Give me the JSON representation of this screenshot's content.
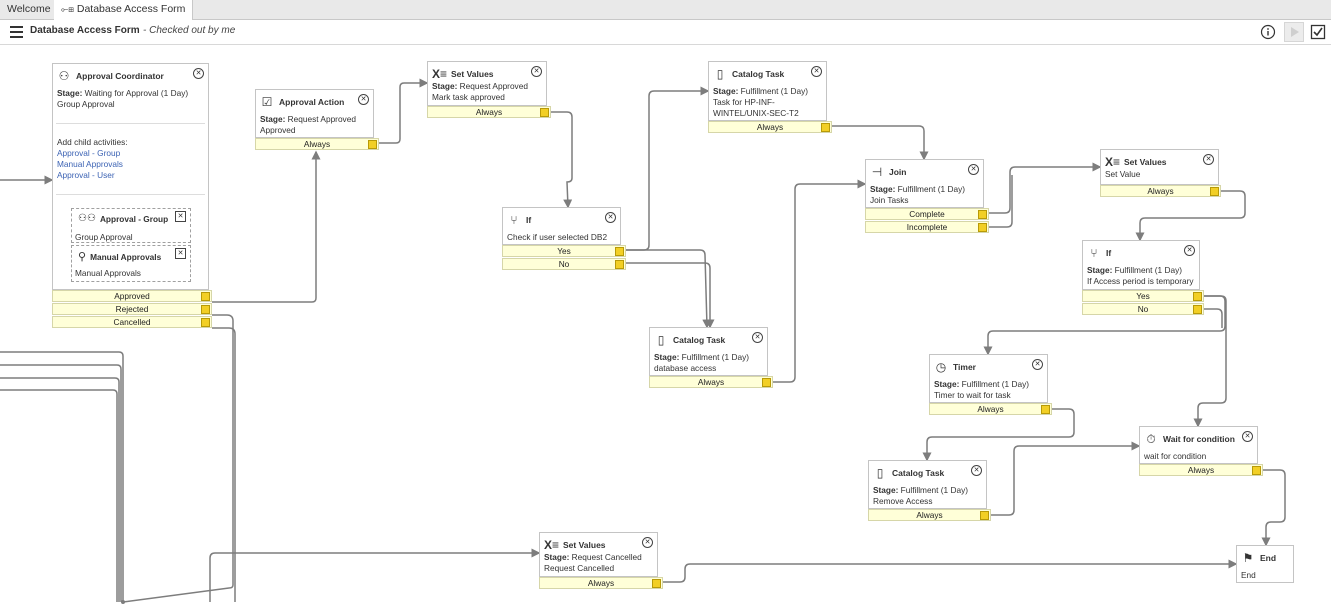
{
  "tabs": [
    {
      "label": "Welcome"
    },
    {
      "label": "Database Access Form"
    }
  ],
  "toolbar": {
    "title": "Database Access Form",
    "status": "- Checked out by me"
  },
  "stage_label": "Stage:",
  "activities": {
    "approval_coordinator": {
      "name": "Approval Coordinator",
      "stage": "Waiting for Approval (1 Day)",
      "desc": "Group Approval",
      "add_child": "Add child activities:",
      "links": [
        "Approval - Group",
        "Manual Approvals",
        "Approval - User"
      ],
      "children": [
        {
          "name": "Approval - Group",
          "desc": "Group Approval"
        },
        {
          "name": "Manual Approvals",
          "desc": "Manual Approvals"
        }
      ],
      "conditions": [
        "Approved",
        "Rejected",
        "Cancelled"
      ]
    },
    "approval_action": {
      "name": "Approval Action",
      "stage": "Request Approved",
      "desc": "Approved",
      "conditions": [
        "Always"
      ]
    },
    "set_values_1": {
      "name": "Set Values",
      "stage": "Request Approved",
      "desc": "Mark task approved",
      "conditions": [
        "Always"
      ]
    },
    "if_db2": {
      "name": "If",
      "desc": "Check if user selected DB2",
      "conditions": [
        "Yes",
        "No"
      ]
    },
    "catalog_task_1": {
      "name": "Catalog Task",
      "stage": "Fulfillment (1 Day)",
      "desc": "Task for HP-INF-WINTEL/UNIX-SEC-T2",
      "conditions": [
        "Always"
      ]
    },
    "catalog_task_2": {
      "name": "Catalog Task",
      "stage": "Fulfillment (1 Day)",
      "desc": "database access",
      "conditions": [
        "Always"
      ]
    },
    "join": {
      "name": "Join",
      "stage": "Fulfillment (1 Day)",
      "desc": "Join Tasks",
      "conditions": [
        "Complete",
        "Incomplete"
      ]
    },
    "set_values_2": {
      "name": "Set Values",
      "desc": "Set Value",
      "conditions": [
        "Always"
      ]
    },
    "if_temp": {
      "name": "If",
      "stage": "Fulfillment (1 Day)",
      "desc": "If Access period is temporary",
      "conditions": [
        "Yes",
        "No"
      ]
    },
    "timer": {
      "name": "Timer",
      "stage": "Fulfillment (1 Day)",
      "desc": "Timer to wait for task",
      "conditions": [
        "Always"
      ]
    },
    "wait_condition": {
      "name": "Wait for condition",
      "desc": "wait for condition",
      "conditions": [
        "Always"
      ]
    },
    "catalog_task_3": {
      "name": "Catalog Task",
      "stage": "Fulfillment (1 Day)",
      "desc": "Remove Access",
      "conditions": [
        "Always"
      ]
    },
    "set_values_3": {
      "name": "Set Values",
      "stage": "Request Cancelled",
      "desc": "Request Cancelled",
      "conditions": [
        "Always"
      ]
    },
    "end": {
      "name": "End",
      "desc": "End"
    }
  },
  "icons": {
    "approval_coordinator": "coordinator-icon",
    "approval_action": "checkbox-icon",
    "set_values": "set-values-icon",
    "if": "branch-icon",
    "catalog_task": "document-icon",
    "join": "join-icon",
    "timer": "timer-icon",
    "wait_condition": "stopwatch-icon",
    "end": "checkered-flag-icon"
  },
  "colors": {
    "condition_bg": "#ffffd8",
    "connector_knob": "#f2cf25",
    "link": "#3c63b4",
    "line": "#7d7d7d"
  }
}
